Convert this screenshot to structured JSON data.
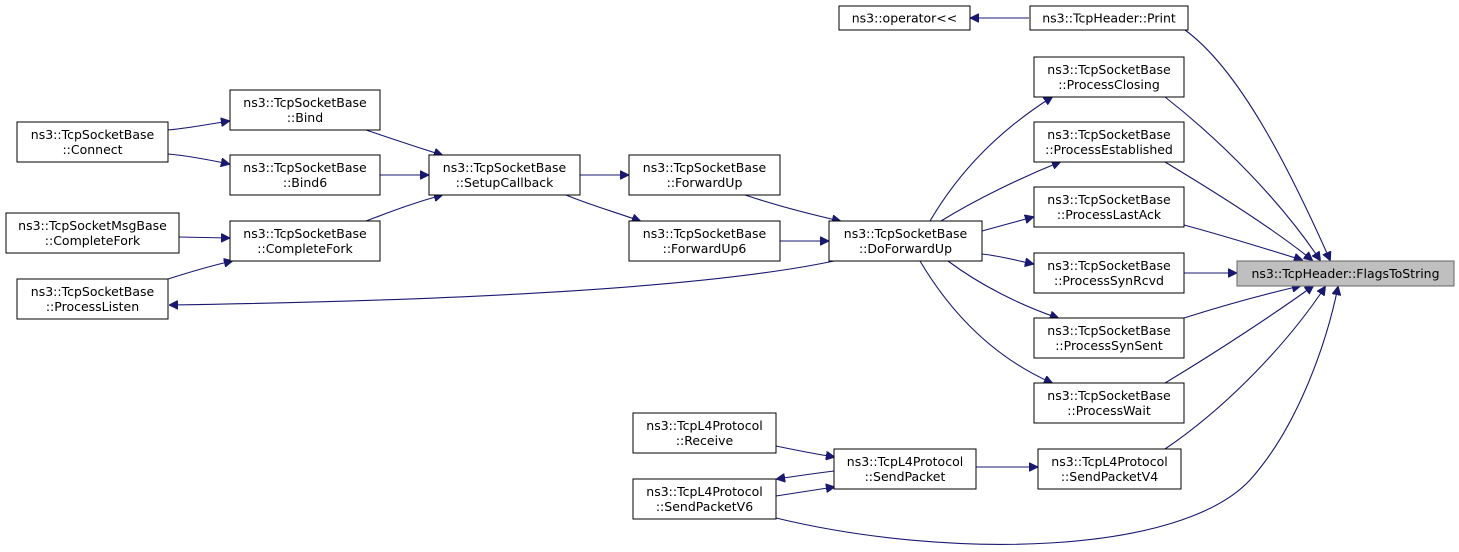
{
  "diagram": {
    "focus_node": "ns3::TcpHeader::FlagsToString",
    "nodes": [
      {
        "id": "print",
        "lines": [
          "ns3::TcpHeader::Print"
        ]
      },
      {
        "id": "oplt",
        "lines": [
          "ns3::operator<<"
        ]
      },
      {
        "id": "closing",
        "lines": [
          "ns3::TcpSocketBase",
          "::ProcessClosing"
        ]
      },
      {
        "id": "established",
        "lines": [
          "ns3::TcpSocketBase",
          "::ProcessEstablished"
        ]
      },
      {
        "id": "lastack",
        "lines": [
          "ns3::TcpSocketBase",
          "::ProcessLastAck"
        ]
      },
      {
        "id": "synrcvd",
        "lines": [
          "ns3::TcpSocketBase",
          "::ProcessSynRcvd"
        ]
      },
      {
        "id": "synsent",
        "lines": [
          "ns3::TcpSocketBase",
          "::ProcessSynSent"
        ]
      },
      {
        "id": "wait",
        "lines": [
          "ns3::TcpSocketBase",
          "::ProcessWait"
        ]
      },
      {
        "id": "sendv4",
        "lines": [
          "ns3::TcpL4Protocol",
          "::SendPacketV4"
        ]
      },
      {
        "id": "doforward",
        "lines": [
          "ns3::TcpSocketBase",
          "::DoForwardUp"
        ]
      },
      {
        "id": "forwardup",
        "lines": [
          "ns3::TcpSocketBase",
          "::ForwardUp"
        ]
      },
      {
        "id": "forwardup6",
        "lines": [
          "ns3::TcpSocketBase",
          "::ForwardUp6"
        ]
      },
      {
        "id": "setupcb",
        "lines": [
          "ns3::TcpSocketBase",
          "::SetupCallback"
        ]
      },
      {
        "id": "bind",
        "lines": [
          "ns3::TcpSocketBase",
          "::Bind"
        ]
      },
      {
        "id": "bind6",
        "lines": [
          "ns3::TcpSocketBase",
          "::Bind6"
        ]
      },
      {
        "id": "completefork",
        "lines": [
          "ns3::TcpSocketBase",
          "::CompleteFork"
        ]
      },
      {
        "id": "connect",
        "lines": [
          "ns3::TcpSocketBase",
          "::Connect"
        ]
      },
      {
        "id": "msgfork",
        "lines": [
          "ns3::TcpSocketMsgBase",
          "::CompleteFork"
        ]
      },
      {
        "id": "listen",
        "lines": [
          "ns3::TcpSocketBase",
          "::ProcessListen"
        ]
      },
      {
        "id": "sendpacket",
        "lines": [
          "ns3::TcpL4Protocol",
          "::SendPacket"
        ]
      },
      {
        "id": "receive",
        "lines": [
          "ns3::TcpL4Protocol",
          "::Receive"
        ]
      },
      {
        "id": "sendv6",
        "lines": [
          "ns3::TcpL4Protocol",
          "::SendPacketV6"
        ]
      }
    ],
    "edges": [
      {
        "from": "print",
        "to": "focus"
      },
      {
        "from": "oplt",
        "to": "print"
      },
      {
        "from": "closing",
        "to": "focus"
      },
      {
        "from": "established",
        "to": "focus"
      },
      {
        "from": "lastack",
        "to": "focus"
      },
      {
        "from": "synrcvd",
        "to": "focus"
      },
      {
        "from": "synsent",
        "to": "focus"
      },
      {
        "from": "wait",
        "to": "focus"
      },
      {
        "from": "sendv4",
        "to": "focus"
      },
      {
        "from": "sendv6",
        "to": "focus"
      },
      {
        "from": "doforward",
        "to": "closing"
      },
      {
        "from": "doforward",
        "to": "established"
      },
      {
        "from": "doforward",
        "to": "lastack"
      },
      {
        "from": "doforward",
        "to": "synrcvd"
      },
      {
        "from": "doforward",
        "to": "synsent"
      },
      {
        "from": "doforward",
        "to": "wait"
      },
      {
        "from": "doforward",
        "to": "listen"
      },
      {
        "from": "forwardup",
        "to": "doforward"
      },
      {
        "from": "forwardup6",
        "to": "doforward"
      },
      {
        "from": "setupcb",
        "to": "forwardup"
      },
      {
        "from": "setupcb",
        "to": "forwardup6"
      },
      {
        "from": "bind",
        "to": "setupcb"
      },
      {
        "from": "bind6",
        "to": "setupcb"
      },
      {
        "from": "completefork",
        "to": "setupcb"
      },
      {
        "from": "connect",
        "to": "bind"
      },
      {
        "from": "connect",
        "to": "bind6"
      },
      {
        "from": "msgfork",
        "to": "completefork"
      },
      {
        "from": "listen",
        "to": "completefork"
      },
      {
        "from": "sendpacket",
        "to": "sendv4"
      },
      {
        "from": "sendpacket",
        "to": "sendv6"
      },
      {
        "from": "receive",
        "to": "sendpacket"
      },
      {
        "from": "sendv6",
        "to": "sendpacket"
      }
    ]
  }
}
